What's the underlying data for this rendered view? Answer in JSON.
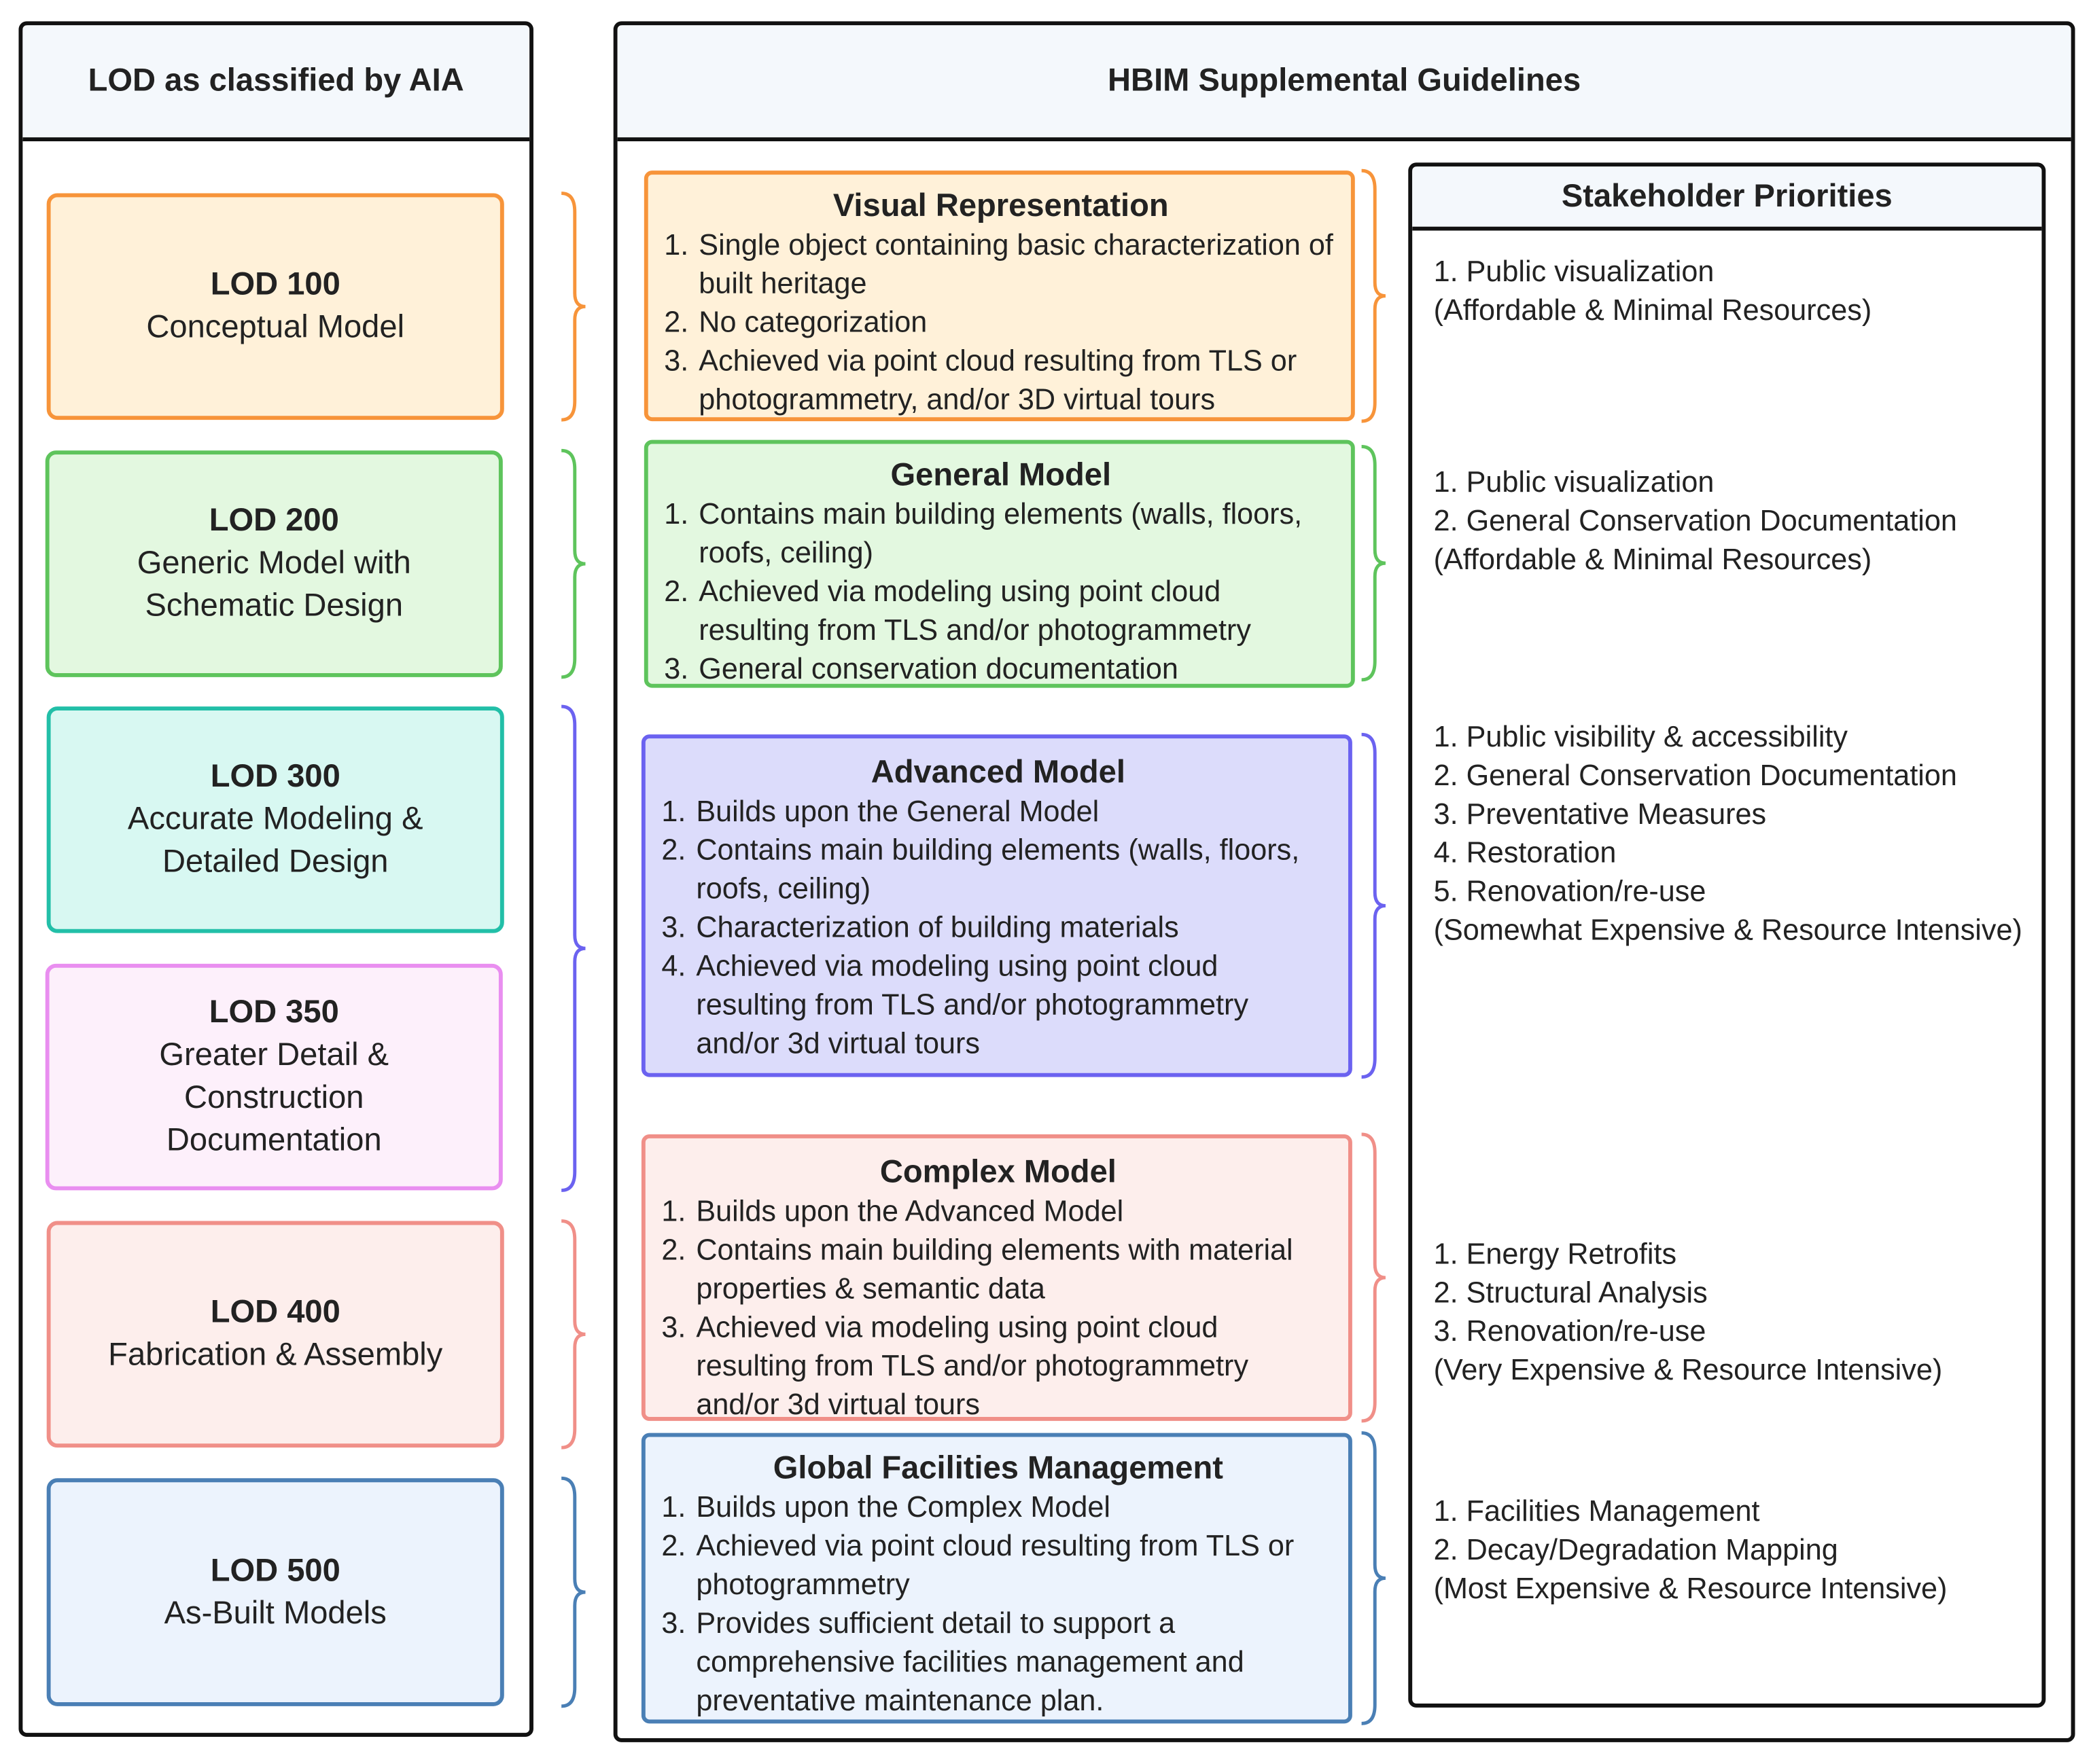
{
  "left_panel": {
    "title": "LOD as classified by AIA",
    "lods": [
      {
        "code": "LOD 100",
        "desc": "Conceptual Model",
        "border": "#f7943a",
        "fill": "#fff1d9"
      },
      {
        "code": "LOD 200",
        "desc": "Generic Model with Schematic Design",
        "border": "#5ec45c",
        "fill": "#e3f8e0"
      },
      {
        "code": "LOD 300",
        "desc": "Accurate Modeling & Detailed Design",
        "border": "#22bfa8",
        "fill": "#d8f8f2"
      },
      {
        "code": "LOD 350",
        "desc": "Greater Detail & Construction Documentation",
        "border": "#e98ef0",
        "fill": "#fdf0fb"
      },
      {
        "code": "LOD 400",
        "desc": "Fabrication & Assembly",
        "border": "#f08f88",
        "fill": "#fdeeec"
      },
      {
        "code": "LOD 500",
        "desc": "As-Built Models",
        "border": "#4a7fb5",
        "fill": "#ecf3fd"
      }
    ]
  },
  "right_panel": {
    "title": "HBIM Supplemental Guidelines",
    "guidelines": [
      {
        "title": "Visual Representation",
        "border": "#f7943a",
        "fill": "#fff1d9",
        "items": [
          "Single object containing basic characterization of built heritage",
          "No categorization",
          "Achieved via point cloud resulting from TLS or photogrammetry, and/or 3D virtual tours"
        ]
      },
      {
        "title": "General Model",
        "border": "#5ec45c",
        "fill": "#e3f8e0",
        "items": [
          "Contains main building elements (walls, floors, roofs, ceiling)",
          "Achieved via modeling using point cloud resulting from TLS and/or photogrammetry",
          "General conservation documentation"
        ]
      },
      {
        "title": "Advanced Model",
        "border": "#6b62f0",
        "fill": "#dcdcfb",
        "items": [
          "Builds upon the General Model",
          "Contains main building elements (walls, floors, roofs, ceiling)",
          "Characterization of building materials",
          "Achieved via modeling using point cloud resulting from TLS and/or photogrammetry and/or 3d virtual tours"
        ]
      },
      {
        "title": "Complex Model",
        "border": "#f08f88",
        "fill": "#fdeeec",
        "items": [
          "Builds upon the Advanced Model",
          "Contains main building elements with material properties & semantic data",
          "Achieved via modeling using point cloud resulting from TLS and/or photogrammetry and/or 3d virtual tours"
        ]
      },
      {
        "title": "Global Facilities Management",
        "border": "#4a7fb5",
        "fill": "#ecf3fd",
        "items": [
          "Builds upon the Complex Model",
          "Achieved via point cloud resulting from TLS or photogrammetry",
          "Provides sufficient detail to support a comprehensive facilities management and preventative maintenance plan."
        ]
      }
    ],
    "stakeholder": {
      "title": "Stakeholder Priorities",
      "groups": [
        {
          "lines": [
            "1. Public visualization",
            "(Affordable & Minimal Resources)"
          ]
        },
        {
          "lines": [
            "1. Public visualization",
            "2. General Conservation Documentation",
            "(Affordable & Minimal Resources)"
          ]
        },
        {
          "lines": [
            "1. Public visibility & accessibility",
            "2. General Conservation Documentation",
            "3. Preventative Measures",
            "4. Restoration",
            "5. Renovation/re-use",
            "(Somewhat Expensive & Resource Intensive)"
          ]
        },
        {
          "lines": [
            "1. Energy Retrofits",
            "2. Structural Analysis",
            "3. Renovation/re-use",
            "(Very Expensive & Resource Intensive)"
          ]
        },
        {
          "lines": [
            "1. Facilities Management",
            "2. Decay/Degradation Mapping",
            "(Most Expensive & Resource Intensive)"
          ]
        }
      ]
    },
    "brace_colors": [
      "#f7943a",
      "#5ec45c",
      "#6b62f0",
      "#f08f88",
      "#4a7fb5"
    ]
  }
}
